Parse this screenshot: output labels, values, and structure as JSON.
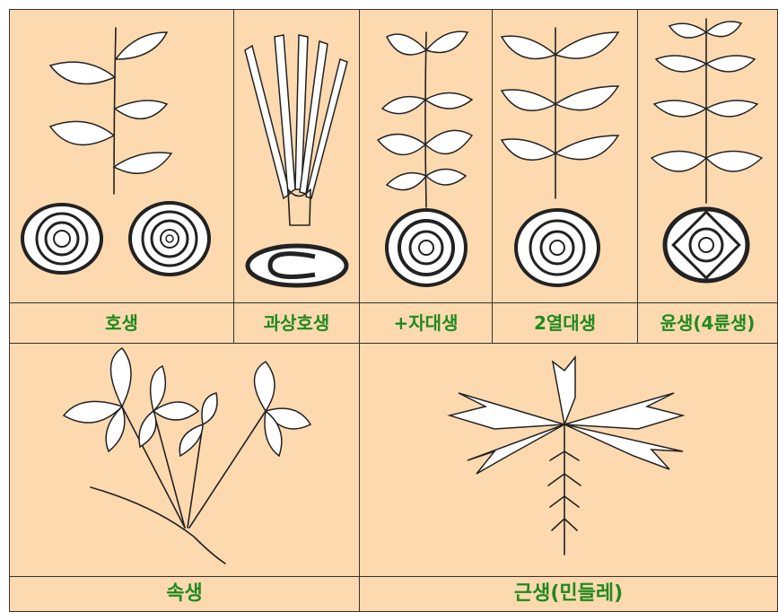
{
  "panels_top": [
    {
      "id": "alternate",
      "label": "호생"
    },
    {
      "id": "fascicled-alternate",
      "label": "과상호생"
    },
    {
      "id": "decussate",
      "label": "+자대생"
    },
    {
      "id": "distichous-opposite",
      "label": "2열대생"
    },
    {
      "id": "whorled",
      "label": "윤생(4륜생)"
    }
  ],
  "panels_bottom": [
    {
      "id": "fascicled",
      "label": "속생"
    },
    {
      "id": "rosette",
      "label": "근생(민들레)"
    }
  ],
  "colors": {
    "background": "#fdd9b0",
    "label": "#1f8a1f",
    "ink": "#222222"
  }
}
